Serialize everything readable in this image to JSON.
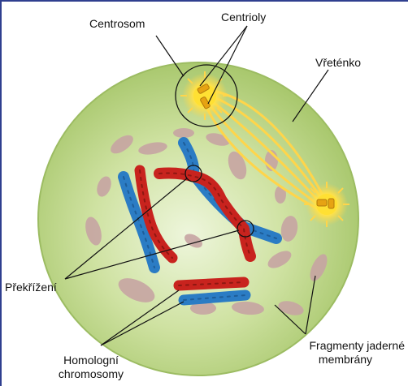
{
  "labels": {
    "centrosome": "Centrosom",
    "centrioles": "Centrioly",
    "spindle": "Vřeténko",
    "crossing_over": "Překřížení",
    "homologous_line1": "Homologní",
    "homologous_line2": "chromosomy",
    "fragments_line1": "Fragmenty jaderné",
    "fragments_line2": "membrány"
  },
  "colors": {
    "cell_fill": "#bcd58a",
    "cell_center": "#e6f2cf",
    "chromosome_red": "#c8231e",
    "chromosome_blue": "#2b7cc4",
    "membrane_fragment": "#c7a5a3",
    "spindle_fiber": "#ffd54a",
    "centrosome_core": "#ffe033"
  }
}
